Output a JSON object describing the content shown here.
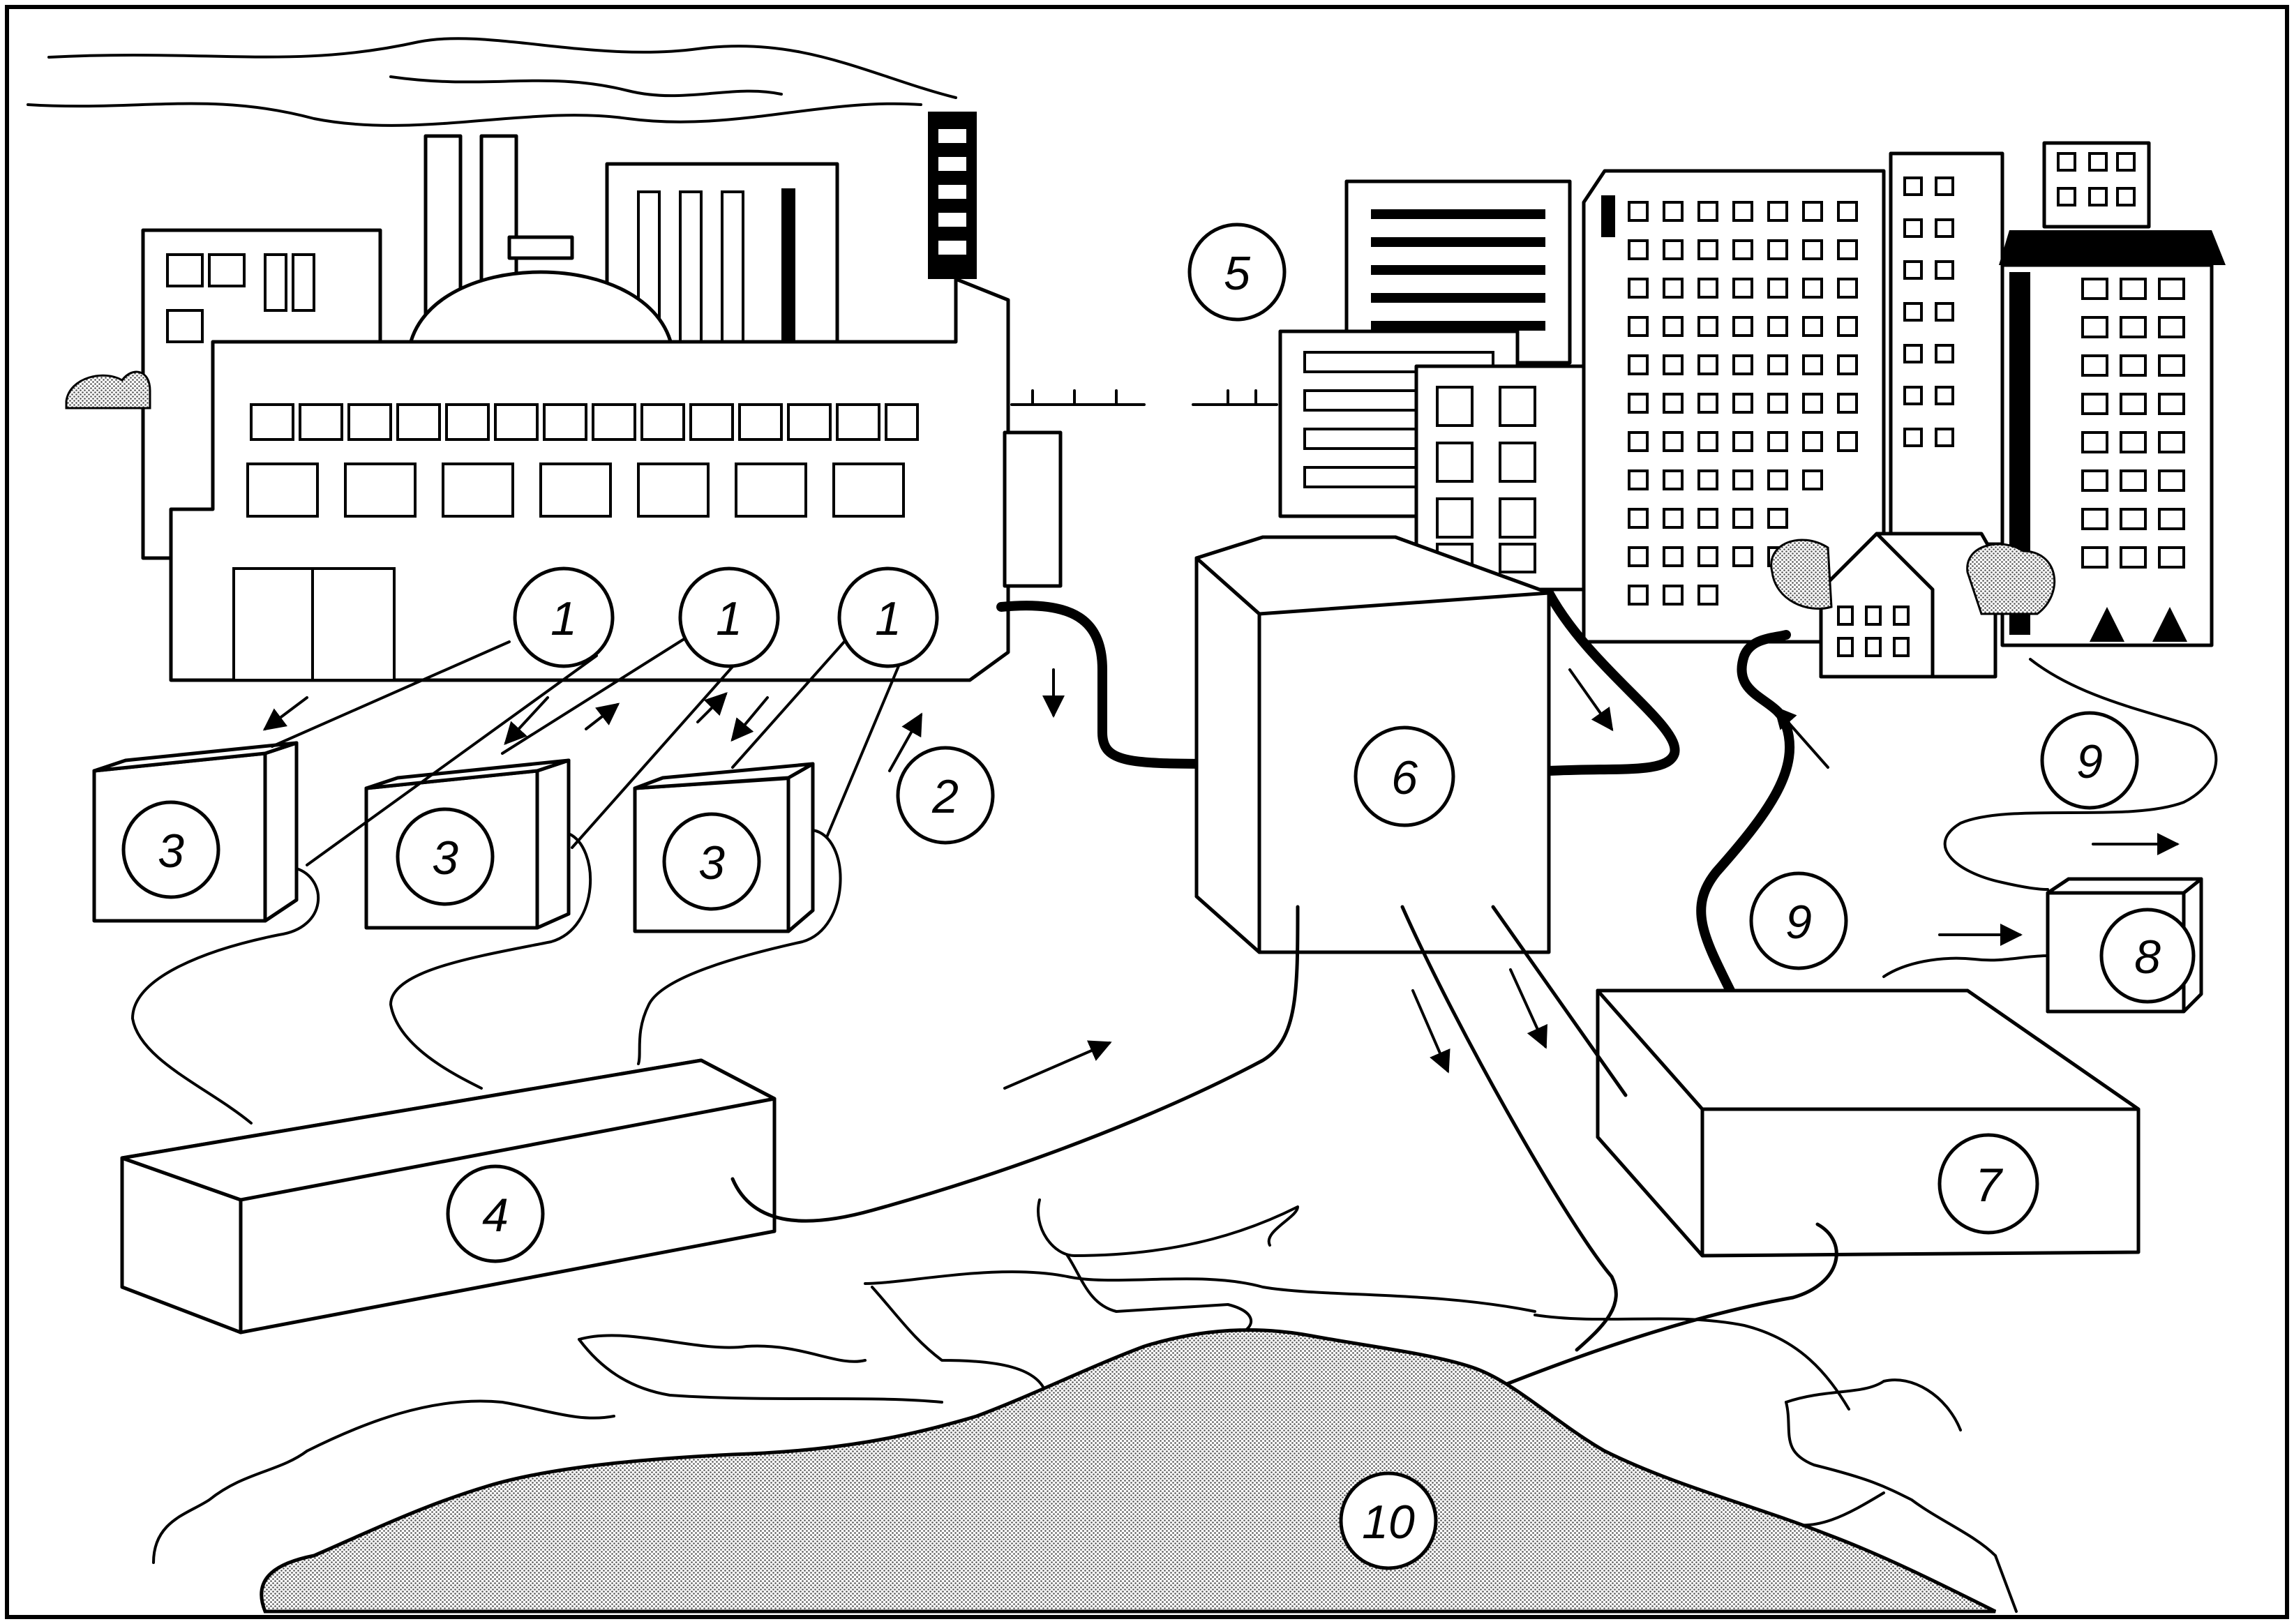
{
  "diagram": {
    "labels": {
      "source_1a": "1",
      "source_1b": "1",
      "source_1c": "1",
      "label_2": "2",
      "tank_3a": "3",
      "tank_3b": "3",
      "tank_3c": "3",
      "unit_4": "4",
      "city_5": "5",
      "plant_6": "6",
      "unit_7": "7",
      "unit_8": "8",
      "label_9a": "9",
      "label_9b": "9",
      "water_10": "10"
    },
    "colors": {
      "line": "#000000",
      "background": "#ffffff",
      "water_stipple": "#9a9a9a"
    }
  }
}
